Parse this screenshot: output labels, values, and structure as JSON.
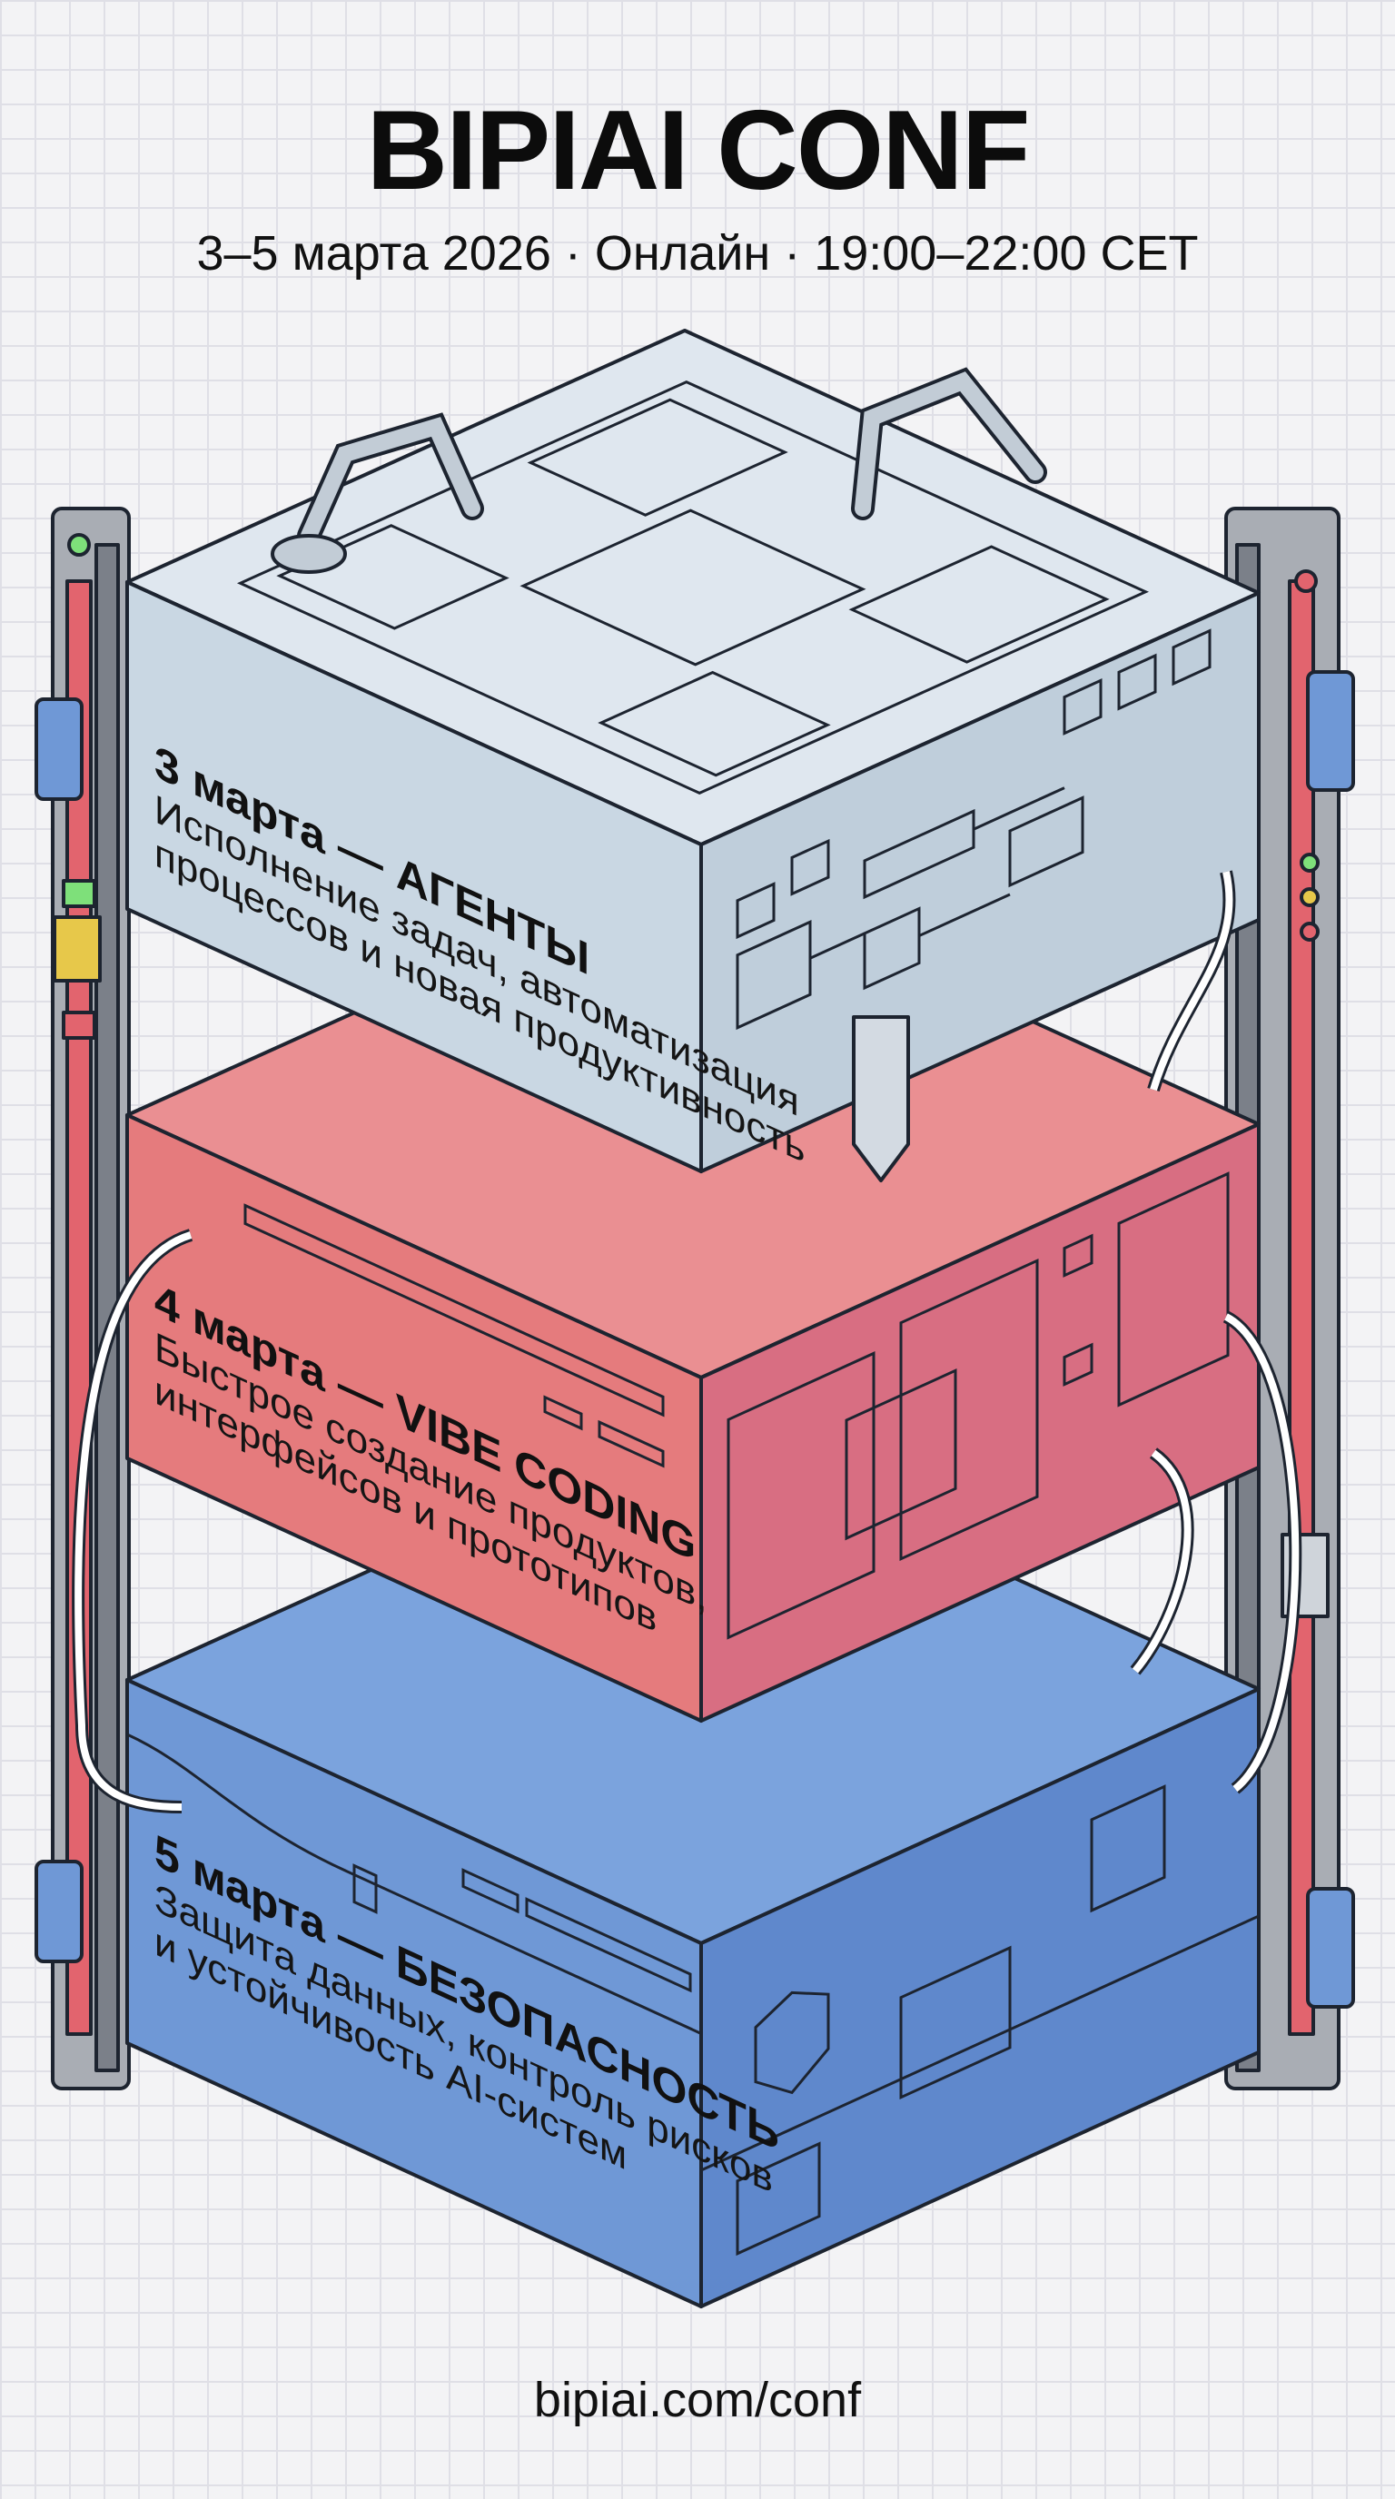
{
  "header": {
    "title": "BIPIAI CONF",
    "subtitle": "3–5 марта 2026 · Онлайн · 19:00–22:00 CET"
  },
  "days": [
    {
      "title": "3 марта — АГЕНТЫ",
      "desc": [
        "Исполнение задач, автоматизация",
        "процессов и новая продуктивность"
      ],
      "color": "#c9d7e3"
    },
    {
      "title": "4 марта — VIBE CODING",
      "desc": [
        "Быстрое создание продуктов,",
        "интерфейсов и прототипов"
      ],
      "color": "#e57b7d"
    },
    {
      "title": "5 марта — БЕЗОПАСНОСТЬ",
      "desc": [
        "Защита данных, контроль рисков",
        "и устойчивость AI-систем"
      ],
      "color": "#6f98d6"
    }
  ],
  "footer": {
    "url": "bipiai.com/conf"
  },
  "colors": {
    "rack": "#a9adb4",
    "rack_accent": "#e2646e",
    "led_green": "#7ee07a",
    "outline": "#1d2430"
  }
}
